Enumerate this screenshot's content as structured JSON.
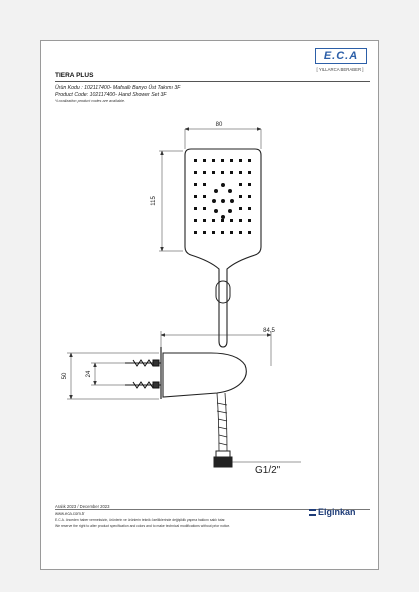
{
  "logo": {
    "mark": "E.C.A",
    "tagline": "[ YILLARCA BERABER ]",
    "accent_color": "#2c5fa8"
  },
  "product": {
    "title": "TIERA PLUS",
    "code_tr": "Ürün Kodu : 102117400- Mafsallı Banyo Üst Takımı 3F",
    "code_en": "Product Code: 102117400- Hand Shower Set 3F",
    "localization_note": "*Localization product codes are available."
  },
  "dimensions": {
    "head_width": "80",
    "head_height": "115",
    "bracket_depth": "84,5",
    "bracket_height": "50",
    "screw_spacing": "24",
    "thread": "G1/2\""
  },
  "footer": {
    "date": "Aralık 2023 / December 2023",
    "website": "www.eca.com.tr",
    "disclaimer_tr": "E.C.A. önceden haber vermeksizin, ürünlerin ve ürünlerin teknik özelliklerinde değişiklik yapma hakkını saklı tutar.",
    "disclaimer_en": "We reserve the right to alter product specification and colors and to make technical modifications without prior notice.",
    "brand": "Elginkan",
    "brand_color": "#1e3c78"
  }
}
